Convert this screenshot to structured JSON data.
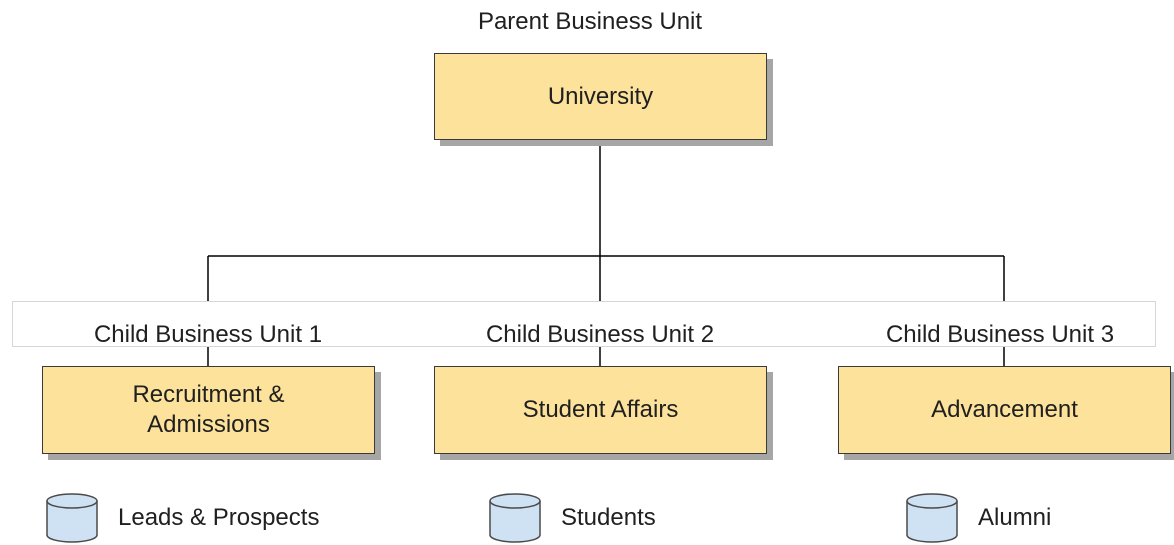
{
  "parent": {
    "heading": "Parent Business Unit",
    "box_label": "University"
  },
  "children": [
    {
      "heading": "Child Business Unit 1",
      "box_label": "Recruitment &\nAdmissions",
      "data_store": "Leads & Prospects"
    },
    {
      "heading": "Child Business Unit 2",
      "box_label": "Student Affairs",
      "data_store": "Students"
    },
    {
      "heading": "Child Business Unit 3",
      "box_label": "Advancement",
      "data_store": "Alumni"
    }
  ],
  "colors": {
    "box_fill": "#fce29b",
    "box_border": "#3a3a3a",
    "box_shadow": "#a6a6a6",
    "database_fill": "#cfe2f3",
    "connector": "#000000"
  },
  "icons": {
    "database": "database-cylinder-icon"
  }
}
